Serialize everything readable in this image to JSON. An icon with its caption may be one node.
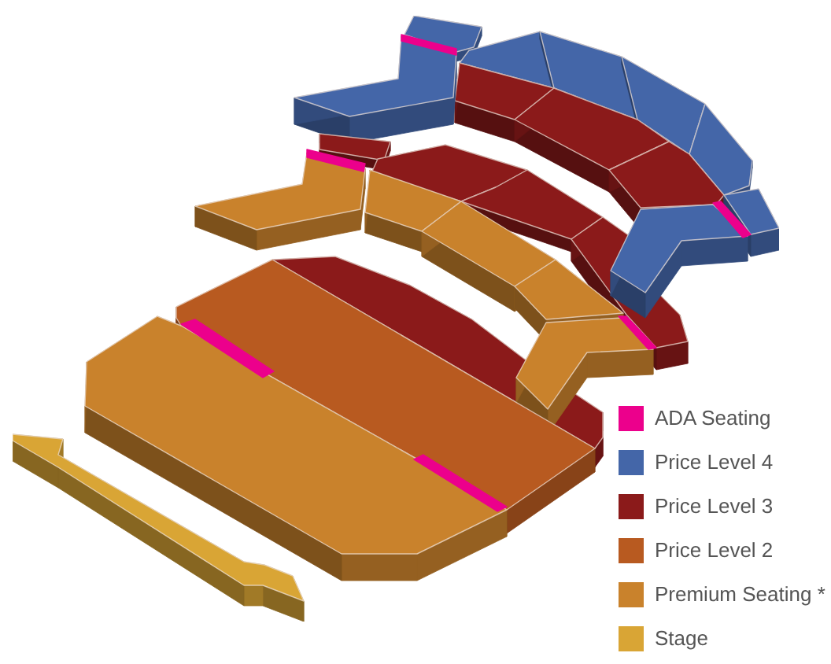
{
  "diagram": {
    "legend": [
      {
        "text": "ADA Seating",
        "color": "#ec008c"
      },
      {
        "text": "Price Level 4",
        "color": "#4466a8"
      },
      {
        "text": "Price Level 3",
        "color": "#8b1a1a"
      },
      {
        "text": "Price Level 2",
        "color": "#b85a20"
      },
      {
        "text": "Premium Seating *",
        "color": "#c9822c"
      },
      {
        "text": "Stage",
        "color": "#d9a535"
      }
    ]
  }
}
